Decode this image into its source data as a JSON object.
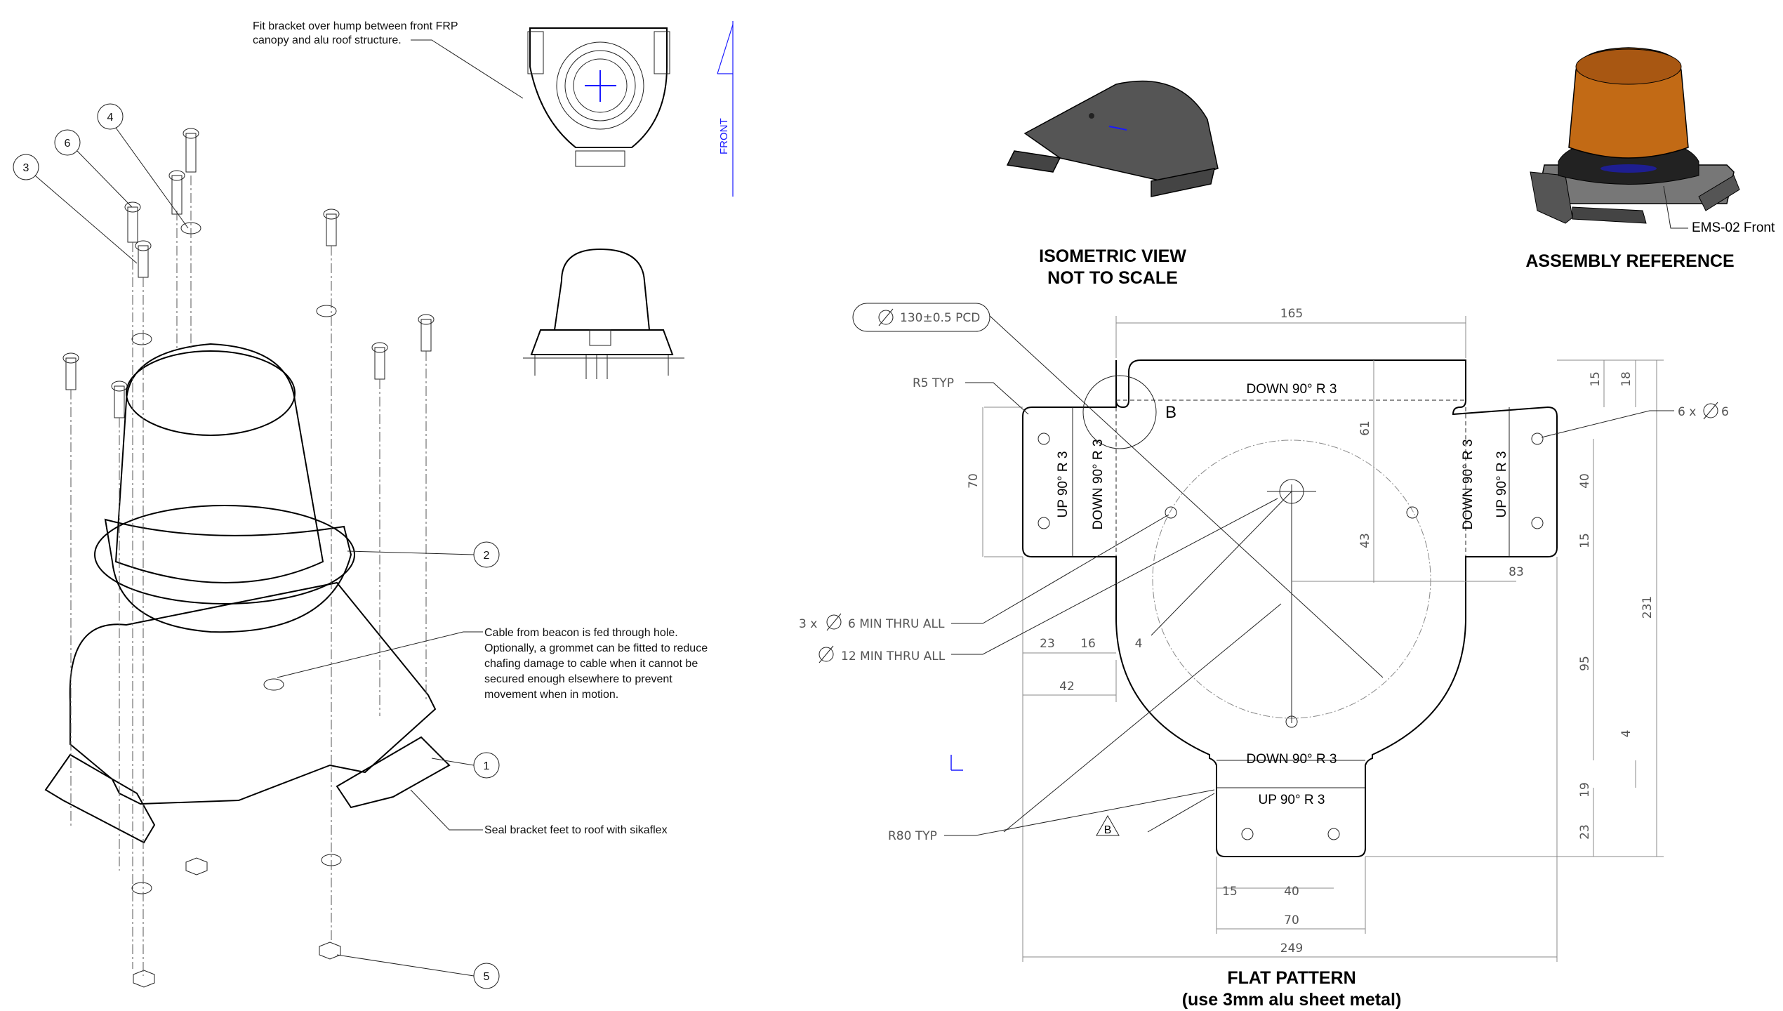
{
  "notes": {
    "fit_bracket": [
      "Fit bracket over hump between front FRP",
      "canopy and alu roof structure."
    ],
    "cable": [
      "Cable from beacon is fed through hole.",
      "Optionally, a grommet can be fitted to reduce",
      "chafing damage to cable when it cannot be",
      "secured enough elsewhere to prevent",
      "movement when in motion."
    ],
    "seal": "Seal bracket feet to roof with sikaflex",
    "front": "FRONT"
  },
  "balloons": [
    "1",
    "2",
    "3",
    "4",
    "5",
    "6"
  ],
  "titles": {
    "isometric": [
      "ISOMETRIC VIEW",
      "NOT TO SCALE"
    ],
    "assembly": "ASSEMBLY REFERENCE",
    "assembly_callout": "EMS-02 Front",
    "flat_pattern": [
      "FLAT PATTERN",
      "(use 3mm alu sheet metal)"
    ]
  },
  "flat_pattern": {
    "pcd": "130±0.5 PCD",
    "r5": "R5 TYP",
    "r80": "R80 TYP",
    "holes_6": "6 x",
    "holes_6_val": "6",
    "holes_3": "3 x",
    "holes_3_val": "6 MIN THRU ALL",
    "hole_12": "12 MIN THRU ALL",
    "detail": "B",
    "bends": {
      "top": "DOWN  90°  R 3",
      "left_outer": "UP  90°  R 3",
      "left_inner": "DOWN  90°  R 3",
      "right_inner": "DOWN  90°  R 3",
      "right_outer": "UP  90°  R 3",
      "bottom_1": "DOWN  90°  R 3",
      "bottom_2": "UP  90°  R 3"
    },
    "dims": {
      "d165": "165",
      "d15a": "15",
      "d18": "18",
      "d61": "61",
      "d70v": "70",
      "d40v": "40",
      "d15b": "15",
      "d43": "43",
      "d83": "83",
      "d231": "231",
      "d95": "95",
      "d4": "4",
      "d19": "19",
      "d23v": "23",
      "d23h": "23",
      "d16": "16",
      "d4h": "4",
      "d42": "42",
      "d15c": "15",
      "d40h": "40",
      "d70h": "70",
      "d249": "249"
    }
  }
}
